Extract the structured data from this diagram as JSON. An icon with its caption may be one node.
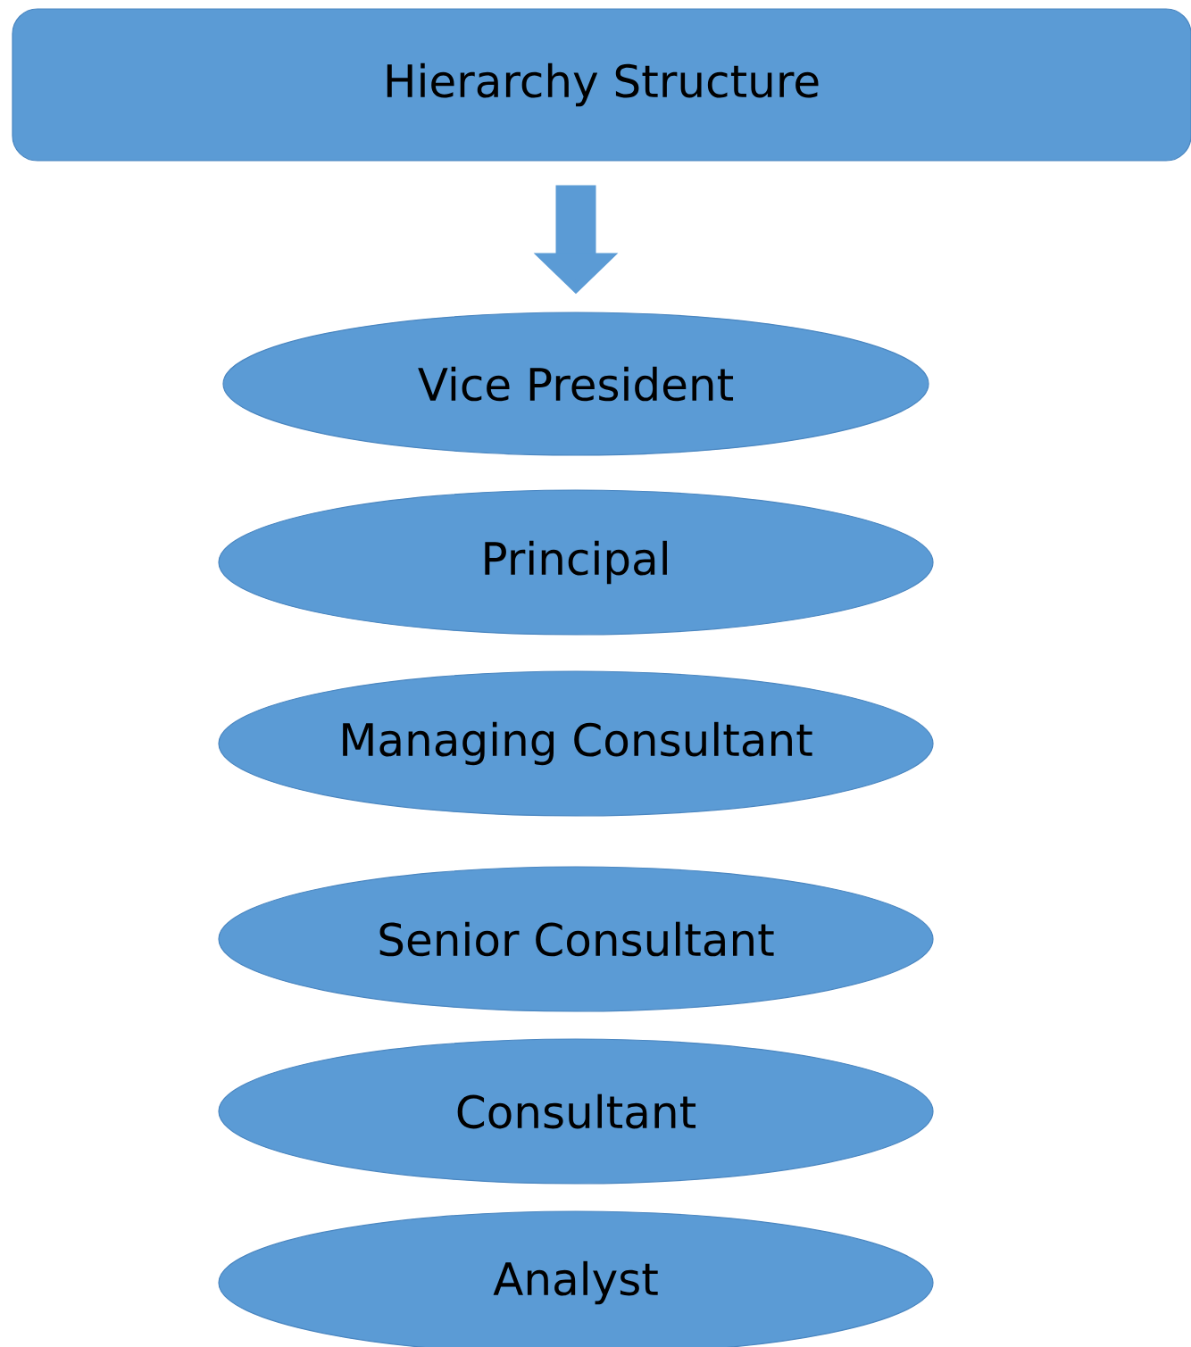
{
  "diagram": {
    "nodes": [
      {
        "text": [
          "Hierarchy Structure"
        ]
      },
      {
        "text": [
          "Vice President"
        ]
      },
      {
        "text": [
          "Principal"
        ]
      },
      {
        "text": [
          "Managing Consultant"
        ]
      },
      {
        "text": [
          "Senior Consultant"
        ]
      },
      {
        "text": [
          "Consultant"
        ]
      },
      {
        "text": [
          "Analyst"
        ]
      }
    ],
    "edges": [
      {
        "from": 0,
        "to": 1,
        "arrow": "to"
      }
    ]
  }
}
